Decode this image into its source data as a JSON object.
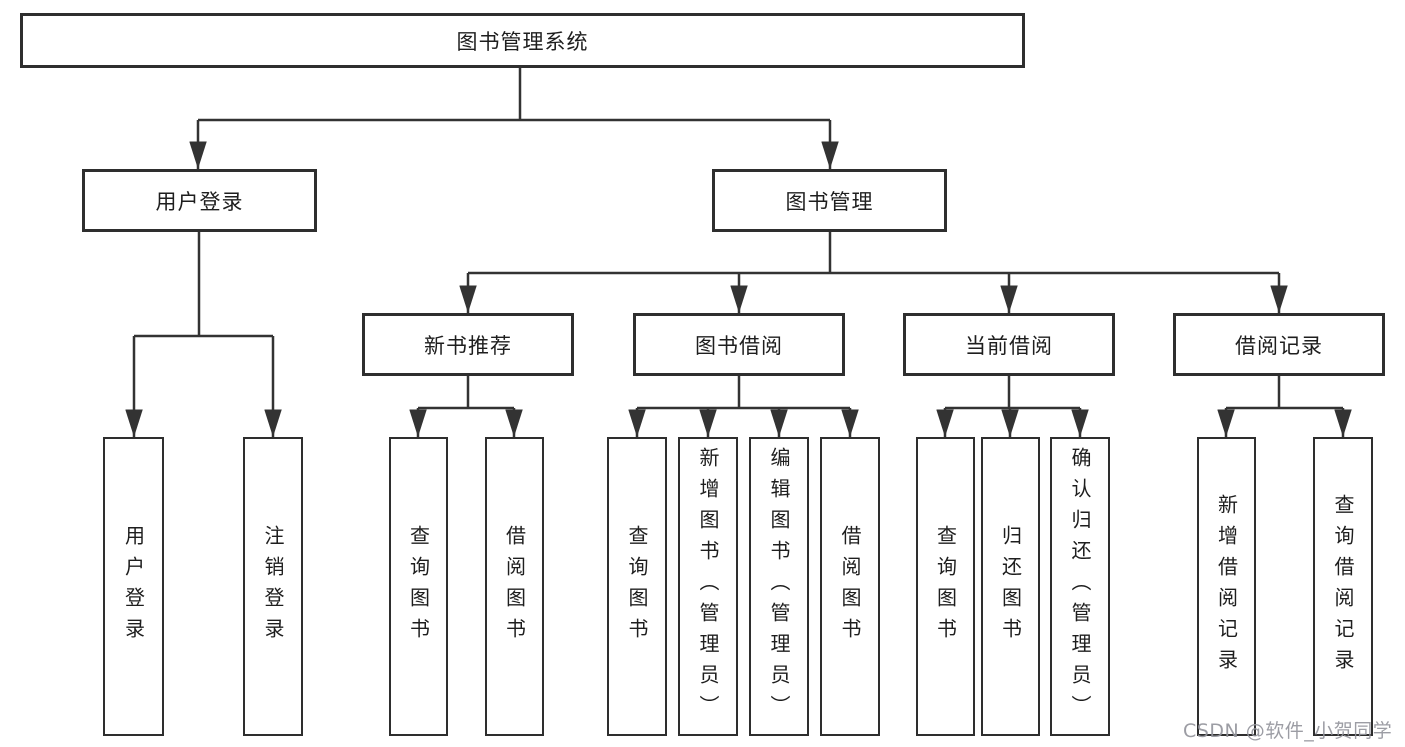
{
  "diagram_title": "图书管理系统",
  "colors": {
    "line": "#333333",
    "border": "#2e2e2e",
    "text": "#1e1e1e",
    "background": "#ffffff",
    "watermark": "#94959c"
  },
  "tree": {
    "label": "图书管理系统",
    "children": [
      {
        "label": "用户登录",
        "children": [
          {
            "label": "用户登录"
          },
          {
            "label": "注销登录"
          }
        ]
      },
      {
        "label": "图书管理",
        "children": [
          {
            "label": "新书推荐",
            "children": [
              {
                "label": "查询图书"
              },
              {
                "label": "借阅图书"
              }
            ]
          },
          {
            "label": "图书借阅",
            "children": [
              {
                "label": "查询图书"
              },
              {
                "label": "新增图书（管理员）"
              },
              {
                "label": "编辑图书（管理员）"
              },
              {
                "label": "借阅图书"
              }
            ]
          },
          {
            "label": "当前借阅",
            "children": [
              {
                "label": "查询图书"
              },
              {
                "label": "归还图书"
              },
              {
                "label": "确认归还（管理员）"
              }
            ]
          },
          {
            "label": "借阅记录",
            "children": [
              {
                "label": "新增借阅记录"
              },
              {
                "label": "查询借阅记录"
              }
            ]
          }
        ]
      }
    ]
  },
  "watermark": {
    "text": "CSDN @软件_小贺同学"
  }
}
